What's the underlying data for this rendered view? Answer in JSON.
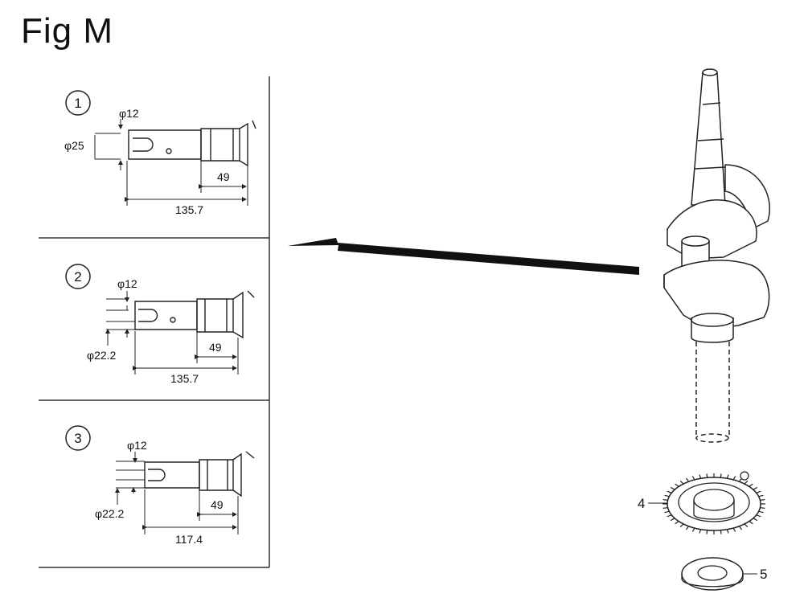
{
  "figure": {
    "title": "Fig M"
  },
  "variants": [
    {
      "number": "1",
      "dia_small": "φ12",
      "dia_large": "φ25",
      "len_end": "49",
      "len_total": "135.7"
    },
    {
      "number": "2",
      "dia_small": "φ12",
      "dia_large": "φ22.2",
      "len_end": "49",
      "len_total": "135.7"
    },
    {
      "number": "3",
      "dia_small": "φ12",
      "dia_large": "φ22.2",
      "len_end": "49",
      "len_total": "117.4"
    }
  ],
  "parts": {
    "gear_callout": "4",
    "washer_callout": "5"
  },
  "icons": {
    "arrow": "arrow-left-icon",
    "crankshaft": "crankshaft-icon",
    "gear": "gear-icon",
    "washer": "washer-icon"
  }
}
